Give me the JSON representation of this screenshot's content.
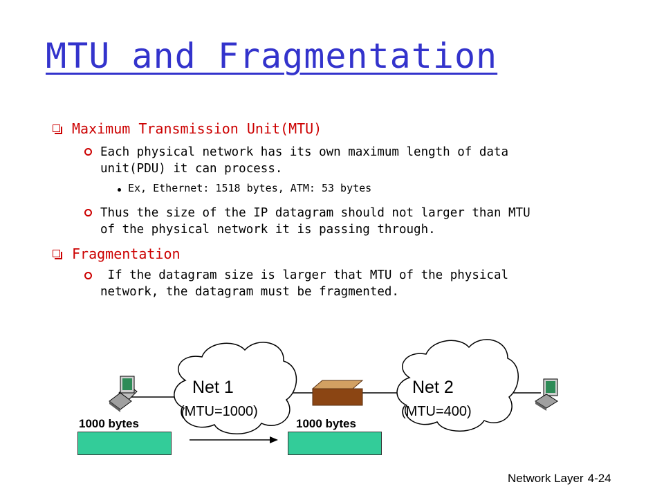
{
  "slide": {
    "title": "MTU and Fragmentation",
    "bullets": {
      "mtu_heading": "Maximum Transmission Unit(MTU)",
      "mtu_sub1_line1": "Each physical network has its own maximum length of data",
      "mtu_sub1_line2": "unit(PDU) it can process.",
      "mtu_example": "Ex, Ethernet: 1518 bytes, ATM: 53 bytes",
      "mtu_sub2_line1": "Thus the size of the IP datagram should not larger than MTU",
      "mtu_sub2_line2": "of the physical network it is passing through.",
      "frag_heading": "Fragmentation",
      "frag_sub1_line1": " If the datagram size is larger that MTU of the physical",
      "frag_sub1_line2": "network, the datagram must be fragmented."
    }
  },
  "diagram": {
    "net1": {
      "name": "Net 1",
      "mtu": "(MTU=1000)"
    },
    "net2": {
      "name": "Net 2",
      "mtu": "(MTU=400)"
    },
    "packet_left_label": "1000 bytes",
    "packet_right_label": "1000 bytes",
    "colors": {
      "packet": "#33cc99",
      "router": "#8b4513",
      "cloud": "#ffffff"
    },
    "icons": [
      "computer-icon",
      "cloud-icon",
      "router-icon",
      "arrow-icon"
    ]
  },
  "footer": {
    "section": "Network Layer",
    "page": "4-24"
  }
}
